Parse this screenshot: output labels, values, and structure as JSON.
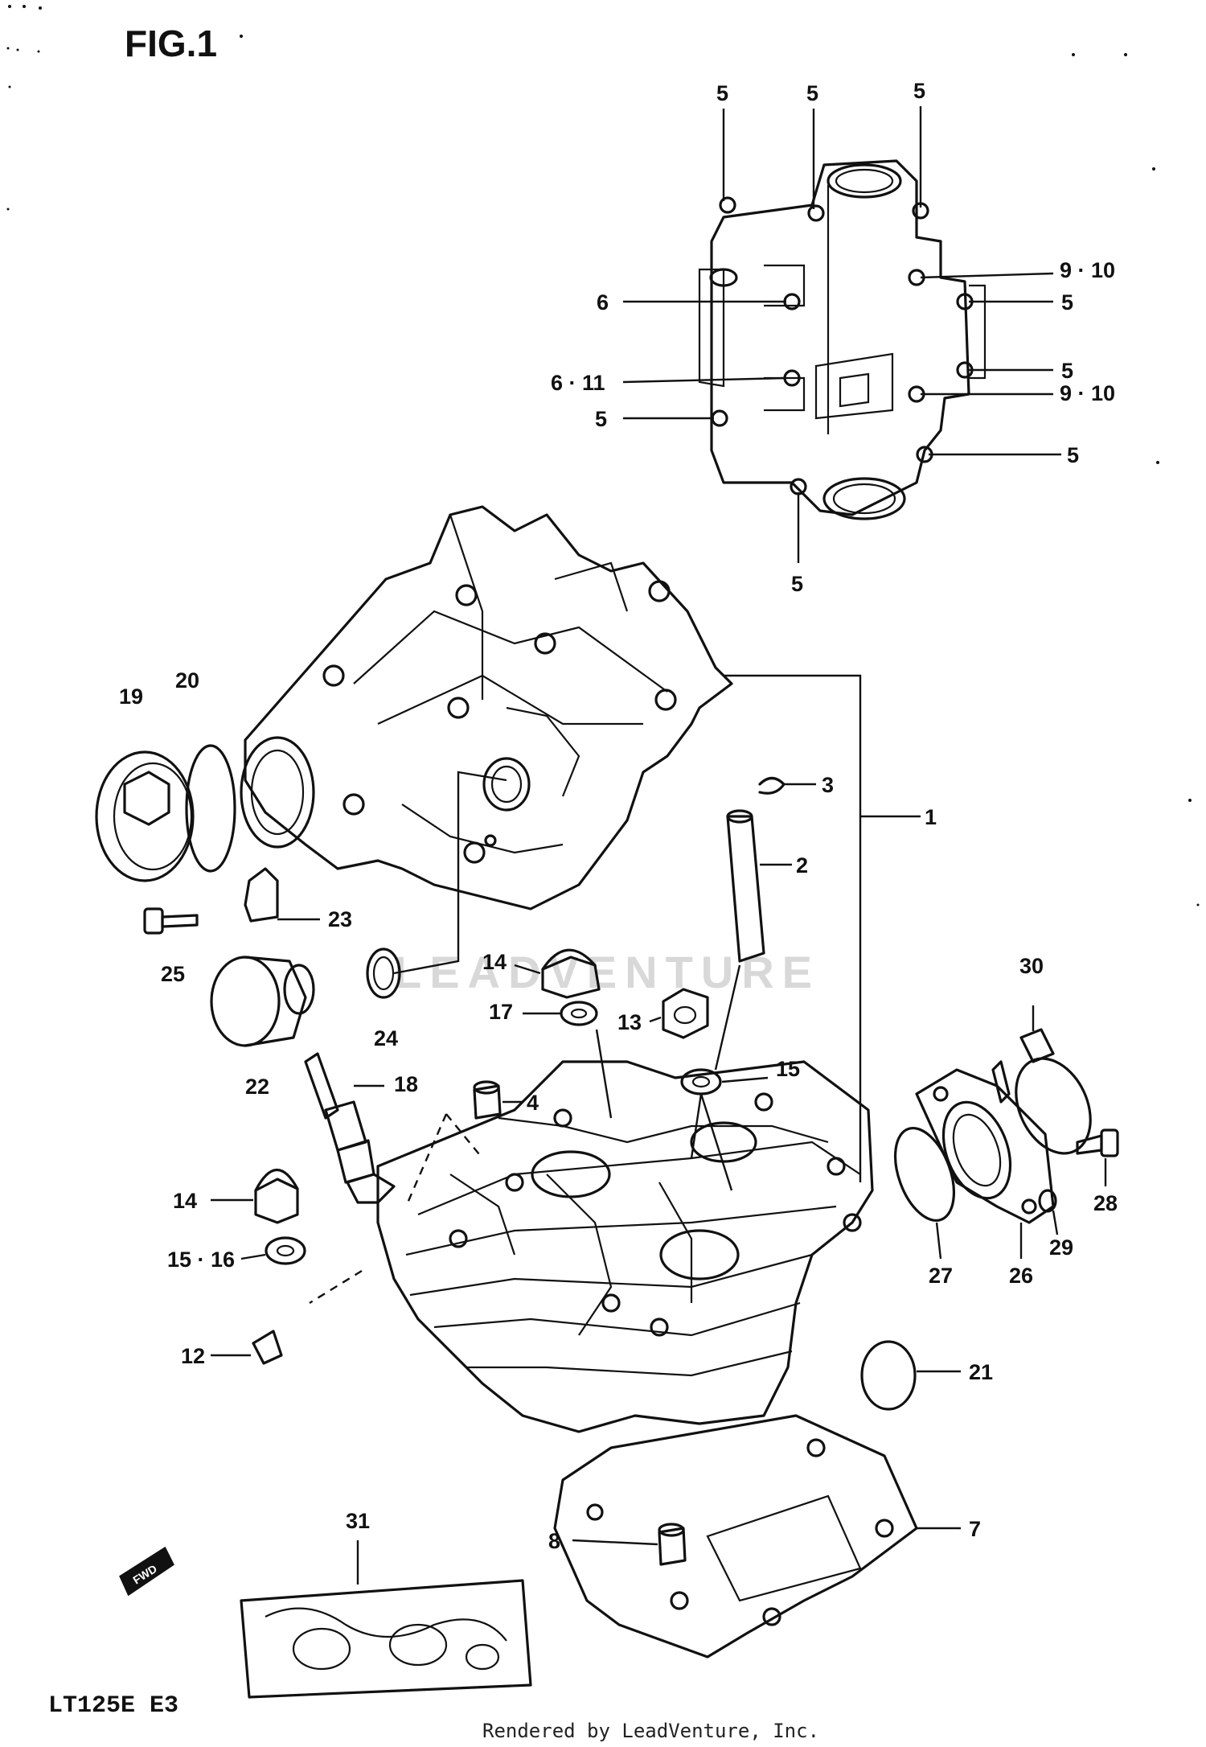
{
  "figure": {
    "title": "FIG.1",
    "model_code": "LT125E E3",
    "credit": "Rendered by LeadVenture, Inc.",
    "watermark": "LEADVENTURE"
  },
  "callouts": [
    {
      "id": "c-1",
      "text": "1"
    },
    {
      "id": "c-2",
      "text": "2"
    },
    {
      "id": "c-3",
      "text": "3"
    },
    {
      "id": "c-4",
      "text": "4"
    },
    {
      "id": "c-5a",
      "text": "5"
    },
    {
      "id": "c-5b",
      "text": "5"
    },
    {
      "id": "c-5c",
      "text": "5"
    },
    {
      "id": "c-5d",
      "text": "5"
    },
    {
      "id": "c-5e",
      "text": "5"
    },
    {
      "id": "c-5f",
      "text": "5"
    },
    {
      "id": "c-5g",
      "text": "5"
    },
    {
      "id": "c-5h",
      "text": "5"
    },
    {
      "id": "c-6",
      "text": "6"
    },
    {
      "id": "c-6-11",
      "text": "6 · 11"
    },
    {
      "id": "c-7",
      "text": "7"
    },
    {
      "id": "c-8",
      "text": "8"
    },
    {
      "id": "c-9-10a",
      "text": "9 · 10"
    },
    {
      "id": "c-9-10b",
      "text": "9 · 10"
    },
    {
      "id": "c-12",
      "text": "12"
    },
    {
      "id": "c-13",
      "text": "13"
    },
    {
      "id": "c-14a",
      "text": "14"
    },
    {
      "id": "c-14b",
      "text": "14"
    },
    {
      "id": "c-15a",
      "text": "15"
    },
    {
      "id": "c-15-16",
      "text": "15 · 16"
    },
    {
      "id": "c-17",
      "text": "17"
    },
    {
      "id": "c-18",
      "text": "18"
    },
    {
      "id": "c-19",
      "text": "19"
    },
    {
      "id": "c-20",
      "text": "20"
    },
    {
      "id": "c-21",
      "text": "21"
    },
    {
      "id": "c-22",
      "text": "22"
    },
    {
      "id": "c-23",
      "text": "23"
    },
    {
      "id": "c-24",
      "text": "24"
    },
    {
      "id": "c-25",
      "text": "25"
    },
    {
      "id": "c-26",
      "text": "26"
    },
    {
      "id": "c-27",
      "text": "27"
    },
    {
      "id": "c-28",
      "text": "28"
    },
    {
      "id": "c-29",
      "text": "29"
    },
    {
      "id": "c-30",
      "text": "30"
    },
    {
      "id": "c-31",
      "text": "31"
    }
  ],
  "fwd_badge": "FWD"
}
